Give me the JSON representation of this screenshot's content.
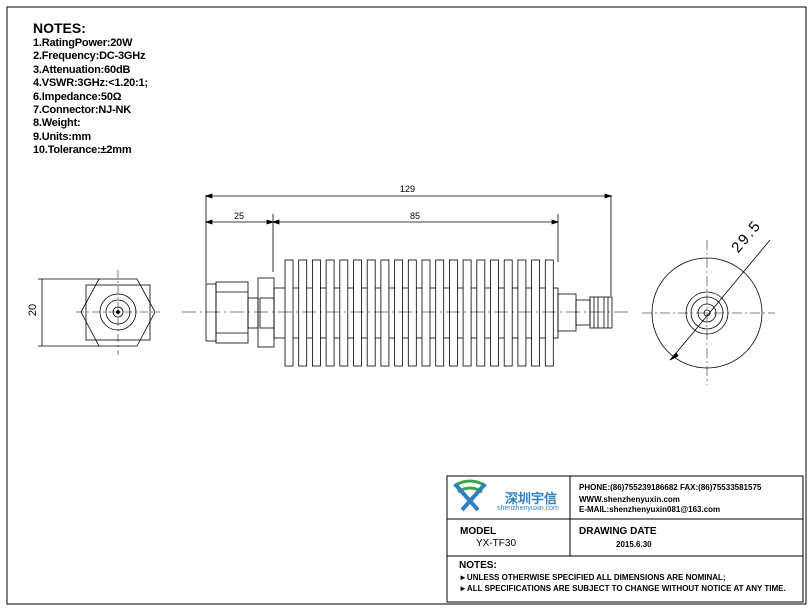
{
  "notes": {
    "title": "NOTES:",
    "items": [
      "1.RatingPower:20W",
      "2.Frequency:DC-3GHz",
      "3.Attenuation:60dB",
      "4.VSWR:3GHz:<1.20:1;",
      "6.Impedance:50Ω",
      "7.Connector:NJ-NK",
      "8.Weight:",
      "9.Units:mm",
      "10.Tolerance:±2mm"
    ]
  },
  "dimensions": {
    "overall": "129",
    "connector_len": "25",
    "body_len": "85",
    "hex_height": "20",
    "diameter": "29.5"
  },
  "title_block": {
    "logo_cn": "深圳宇信",
    "logo_url": "shenzhenyuxin.com",
    "phone": "PHONE:(86)755239186682  FAX:(86)75533581575",
    "www": "WWW.shenzhenyuxin.com",
    "email": "E-MAIL:shenzhenyuxin081@163.com",
    "model_label": "MODEL",
    "model_value": "YX-TF30",
    "date_label": "DRAWING DATE",
    "date_value": "2015.6.30",
    "notes_label": "NOTES:",
    "note1": "►UNLESS OTHERWISE SPECIFIED ALL DIMENSIONS ARE NOMINAL;",
    "note2": "►ALL SPECIFICATIONS ARE SUBJECT TO CHANGE WITHOUT NOTICE AT ANY TIME."
  },
  "colors": {
    "logo_blue": "#2f7fc1",
    "logo_green": "#3aa64a"
  }
}
